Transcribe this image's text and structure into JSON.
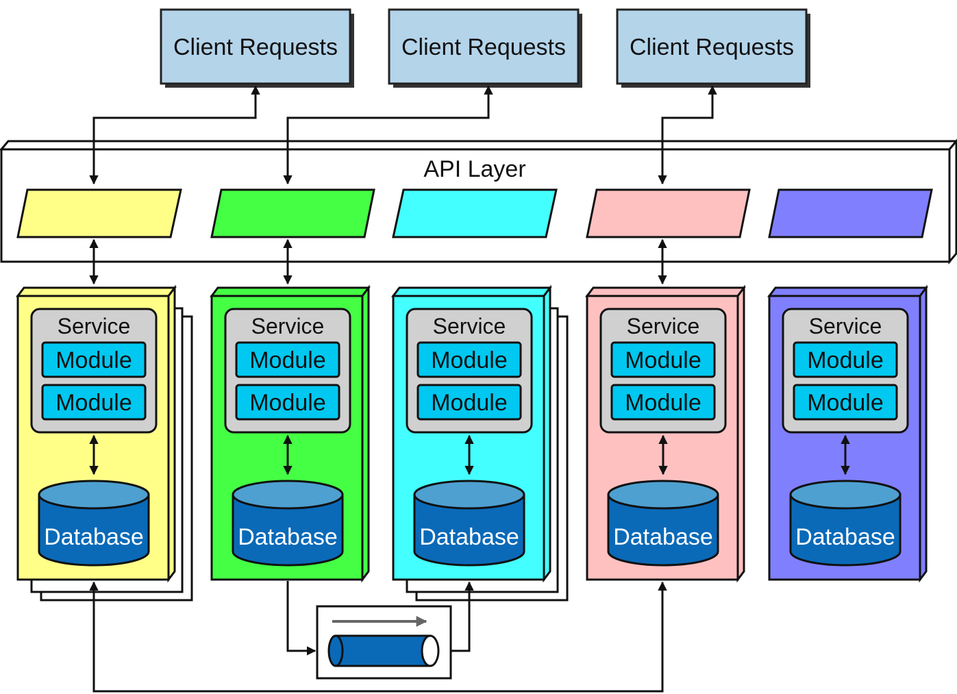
{
  "client_requests": [
    {
      "label": "Client Requests"
    },
    {
      "label": "Client Requests"
    },
    {
      "label": "Client Requests"
    }
  ],
  "api_layer": {
    "label": "API Layer",
    "endpoints": [
      {
        "color": "#ffff88"
      },
      {
        "color": "#44ff44"
      },
      {
        "color": "#44ffff"
      },
      {
        "color": "#ffc0c0"
      },
      {
        "color": "#8080ff"
      }
    ]
  },
  "services": [
    {
      "color": "#ffff88",
      "stacked": true,
      "service_label": "Service",
      "modules": [
        "Module",
        "Module"
      ],
      "database_label": "Database"
    },
    {
      "color": "#44ff44",
      "stacked": false,
      "service_label": "Service",
      "modules": [
        "Module",
        "Module"
      ],
      "database_label": "Database"
    },
    {
      "color": "#44ffff",
      "stacked": true,
      "service_label": "Service",
      "modules": [
        "Module",
        "Module"
      ],
      "database_label": "Database"
    },
    {
      "color": "#ffc0c0",
      "stacked": false,
      "service_label": "Service",
      "modules": [
        "Module",
        "Module"
      ],
      "database_label": "Database"
    },
    {
      "color": "#8080ff",
      "stacked": false,
      "service_label": "Service",
      "modules": [
        "Module",
        "Module"
      ],
      "database_label": "Database"
    }
  ],
  "colors": {
    "client_box": "#b4d4ea",
    "service_box": "#d0d0d0",
    "module_box": "#00c8f0",
    "database_top": "#4ea0d0",
    "database_body": "#0a6ab8",
    "queue": "#0a6ab8"
  }
}
